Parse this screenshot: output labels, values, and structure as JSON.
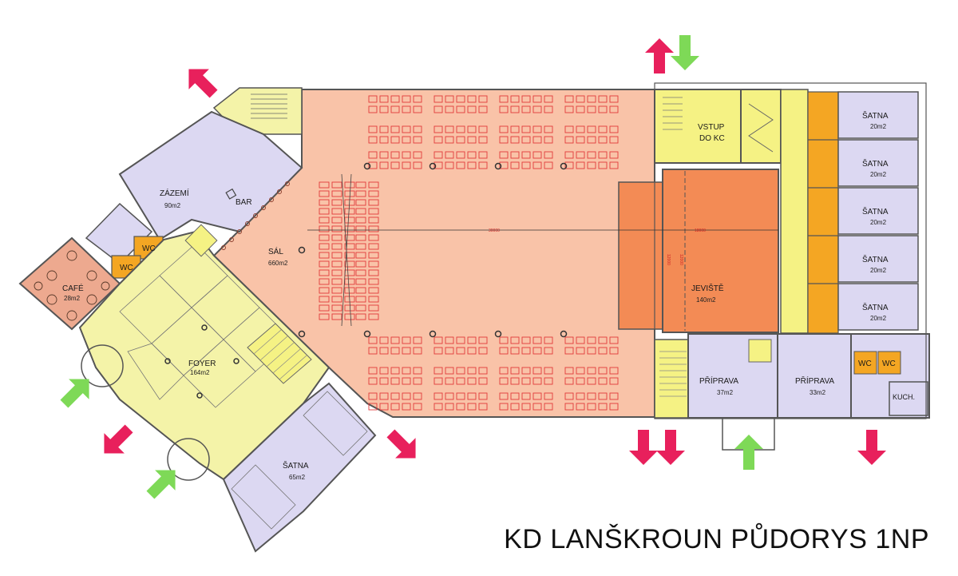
{
  "title": "KD LANŠKROUN PŮDORYS 1NP",
  "rooms": {
    "sal": {
      "name": "SÁL",
      "area": "660m2"
    },
    "zazemi": {
      "name": "ZÁZEMÍ",
      "area": "90m2"
    },
    "bar": {
      "name": "BAR"
    },
    "cafe": {
      "name": "CAFÉ",
      "area": "28m2"
    },
    "wc1": {
      "name": "WC"
    },
    "wc2": {
      "name": "WC"
    },
    "foyer": {
      "name": "FOYER",
      "area": "164m2"
    },
    "satna_big": {
      "name": "ŠATNA",
      "area": "65m2"
    },
    "vstup_line1": "VSTUP",
    "vstup_line2": "DO KC",
    "jeviste": {
      "name": "JEVIŠTĚ",
      "area": "140m2"
    },
    "priprava1": {
      "name": "PŘÍPRAVA",
      "area": "37m2"
    },
    "priprava2": {
      "name": "PŘÍPRAVA",
      "area": "33m2"
    },
    "kuch": {
      "name": "KUCH."
    },
    "wc3": {
      "name": "WC"
    },
    "wc4": {
      "name": "WC"
    },
    "satna1": {
      "name": "ŠATNA",
      "area": "20m2"
    },
    "satna2": {
      "name": "ŠATNA",
      "area": "20m2"
    },
    "satna3": {
      "name": "ŠATNA",
      "area": "20m2"
    },
    "satna4": {
      "name": "ŠATNA",
      "area": "20m2"
    },
    "satna5": {
      "name": "ŠATNA",
      "area": "20m2"
    }
  },
  "dimensions": {
    "d1": "30000",
    "d2": "18000",
    "d3": "12000",
    "d4": "12000"
  },
  "colors": {
    "hall": "#f9c3a8",
    "seats": "#e23a3a",
    "stage": "#f38b55",
    "support": "#dcd8f2",
    "foyer": "#f4f3a8",
    "entry": "#f5f284",
    "wc": "#f4a623",
    "cafe": "#eda98f",
    "exit_arrow": "#e8205c",
    "entry_arrow": "#7ed957"
  }
}
